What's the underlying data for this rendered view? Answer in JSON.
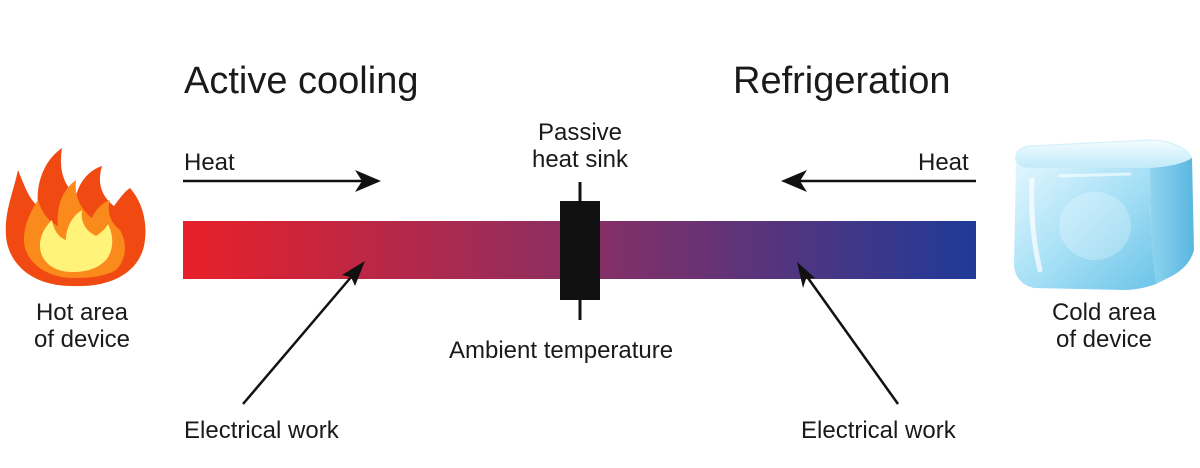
{
  "titles": {
    "left": "Active cooling",
    "right": "Refrigeration"
  },
  "heat_left": "Heat",
  "heat_right": "Heat",
  "sink": {
    "line1": "Passive",
    "line2": "heat sink"
  },
  "ambient": "Ambient temperature",
  "hot": {
    "line1": "Hot area",
    "line2": "of device"
  },
  "cold": {
    "line1": "Cold area",
    "line2": "of device"
  },
  "work_left": "Electrical work",
  "work_right": "Electrical work",
  "colors": {
    "hot_end": "#e8202a",
    "mid": "#8a2f63",
    "cold_end": "#1f3a98",
    "sink": "#111111",
    "flame_outer": "#f04a12",
    "flame_mid": "#fb8a1c",
    "flame_inner": "#fff37a",
    "ice": "#a9e1f6"
  },
  "icons": {
    "hot": "flame-icon",
    "cold": "ice-cube-icon"
  }
}
